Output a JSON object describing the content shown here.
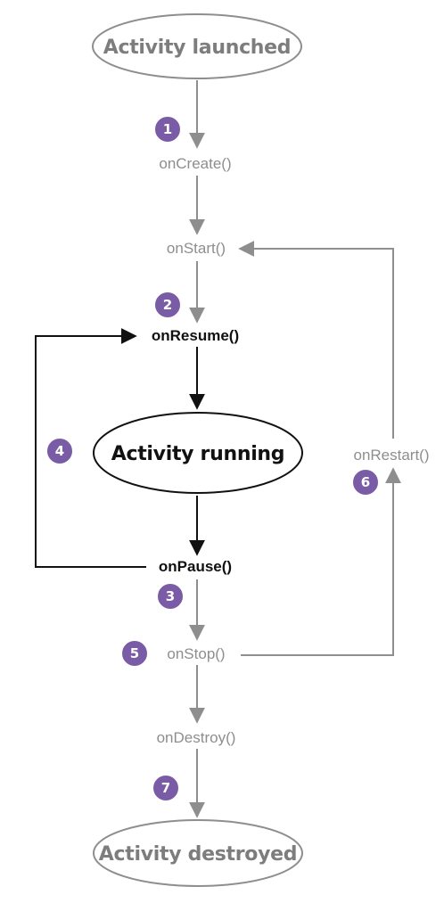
{
  "colors": {
    "gray": "#8e8e8e",
    "black": "#111111",
    "badge": "#7a5ca6"
  },
  "states": {
    "launched": "Activity launched",
    "running": "Activity running",
    "destroyed": "Activity destroyed"
  },
  "callbacks": {
    "on_create": "onCreate()",
    "on_start": "onStart()",
    "on_resume": "onResume()",
    "on_pause": "onPause()",
    "on_stop": "onStop()",
    "on_destroy": "onDestroy()",
    "on_restart": "onRestart()"
  },
  "badges": {
    "b1": "1",
    "b2": "2",
    "b3": "3",
    "b4": "4",
    "b5": "5",
    "b6": "6",
    "b7": "7"
  }
}
